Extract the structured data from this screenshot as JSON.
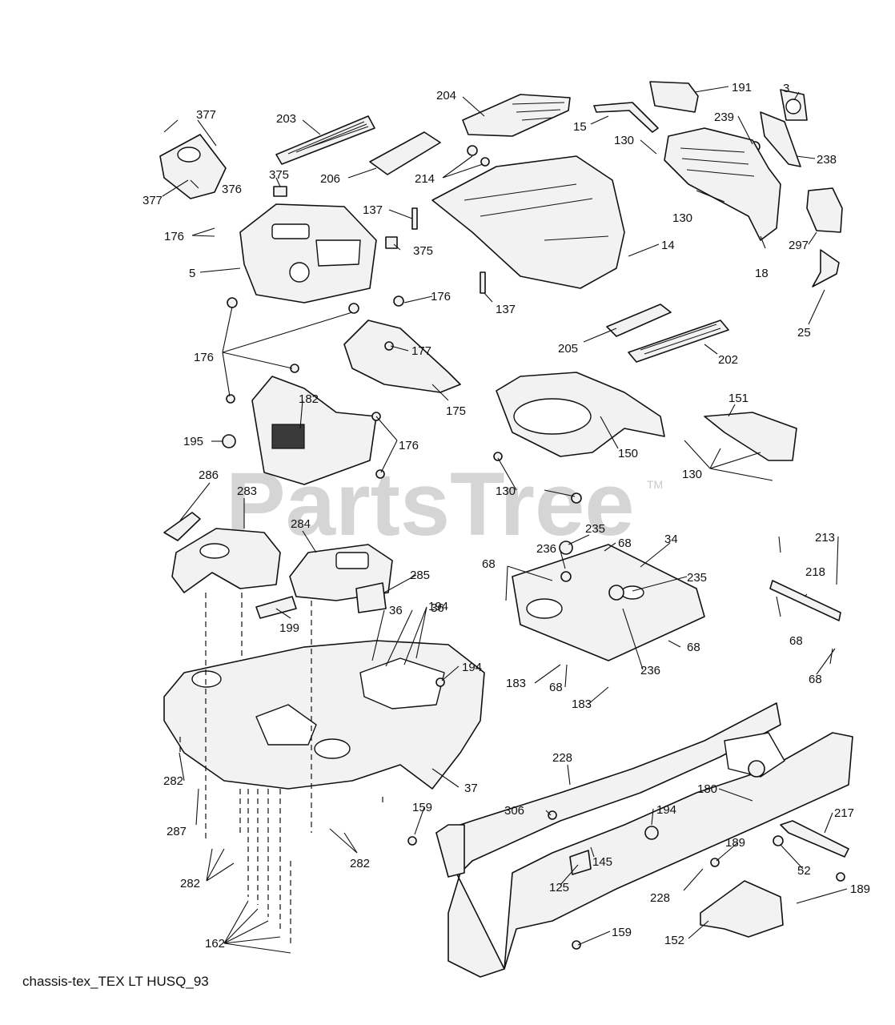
{
  "caption": "chassis-tex_TEX LT HUSQ_93",
  "watermark": {
    "text": "PartsTree",
    "tm": "TM"
  },
  "callouts": [
    "3",
    "5",
    "14",
    "15",
    "18",
    "25",
    "34",
    "36",
    "36",
    "37",
    "52",
    "68",
    "68",
    "68",
    "68",
    "68",
    "68",
    "125",
    "130",
    "130",
    "130",
    "130",
    "130",
    "137",
    "137",
    "145",
    "150",
    "151",
    "152",
    "159",
    "159",
    "162",
    "175",
    "176",
    "176",
    "176",
    "176",
    "176",
    "177",
    "180",
    "182",
    "183",
    "183",
    "189",
    "189",
    "191",
    "194",
    "194",
    "194",
    "195",
    "199",
    "202",
    "203",
    "204",
    "205",
    "206",
    "213",
    "214",
    "217",
    "218",
    "228",
    "228",
    "235",
    "235",
    "236",
    "236",
    "238",
    "239",
    "282",
    "282",
    "282",
    "282",
    "283",
    "284",
    "285",
    "286",
    "287",
    "297",
    "306",
    "375",
    "375",
    "376",
    "377",
    "377"
  ]
}
